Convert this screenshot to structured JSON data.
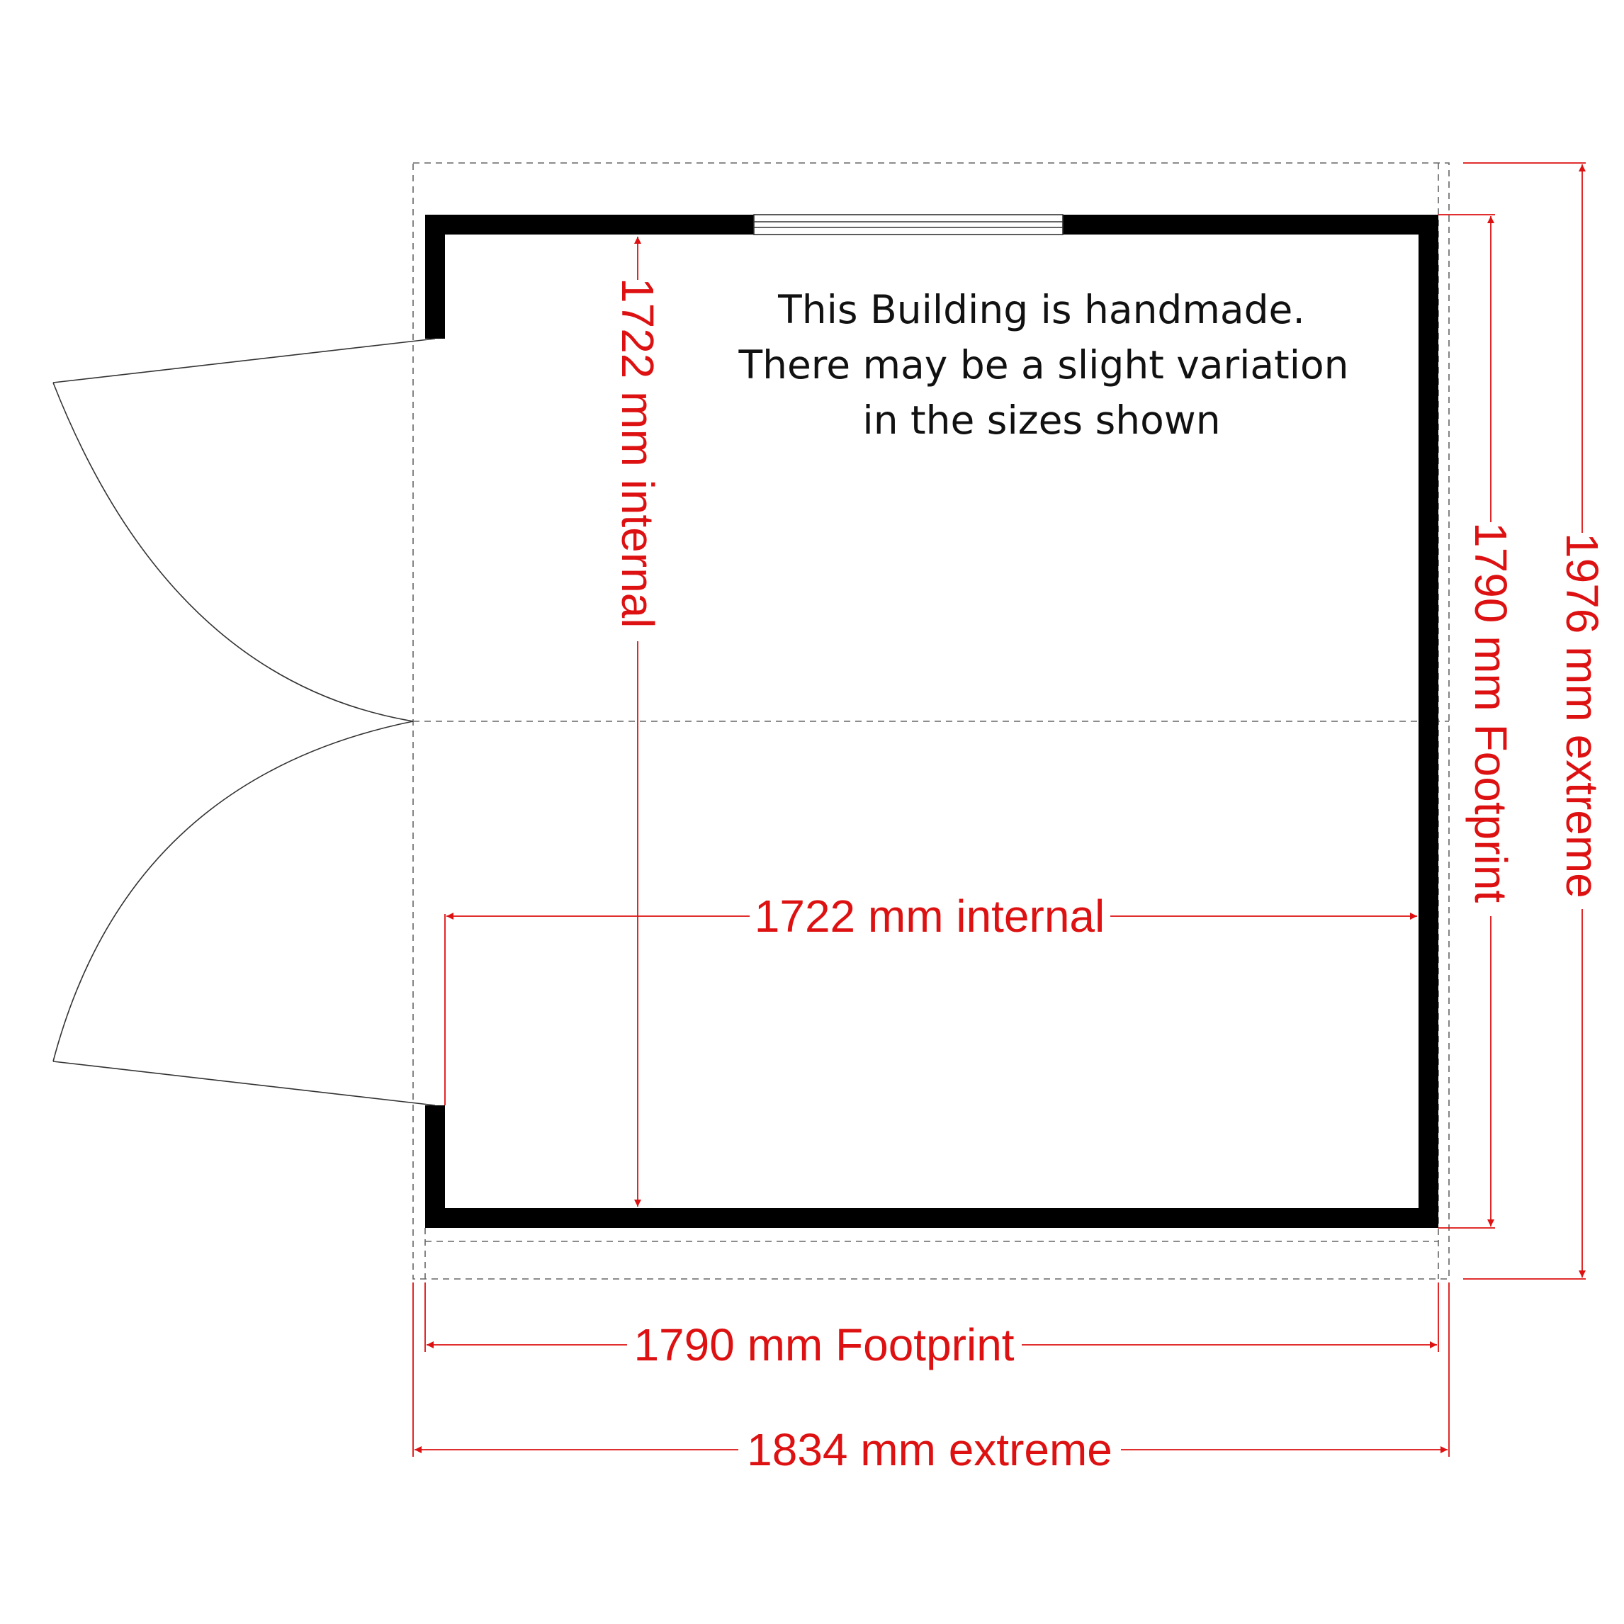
{
  "note": {
    "line1": "This Building is handmade.",
    "line2": "There may be a slight variation",
    "line3": "in the sizes shown"
  },
  "dimensions": {
    "internal_depth": "1722 mm internal",
    "internal_width": "1722 mm internal",
    "footprint_depth": "1790 mm Footprint",
    "footprint_width": "1790 mm Footprint",
    "extreme_depth": "1976 mm extreme",
    "extreme_width": "1834 mm extreme"
  },
  "colors": {
    "dimension": "#dd1111",
    "wall": "#000000",
    "guide": "#666666"
  }
}
